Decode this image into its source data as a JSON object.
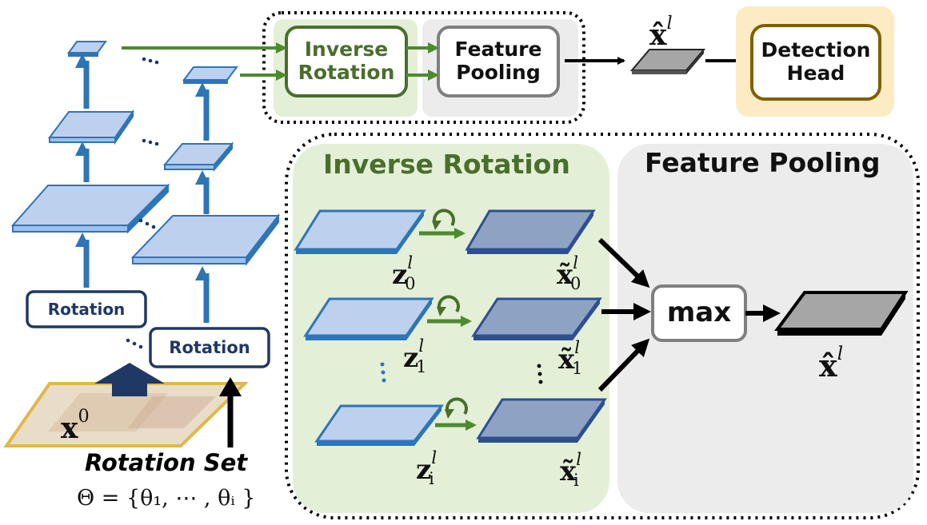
{
  "top_module": {
    "inverse_rotation_label": "Inverse Rotation",
    "feature_pooling_label": "Feature Pooling",
    "detection_head_label": "Detection Head",
    "pooled_feature_symbol": "x̂",
    "pooled_feature_sup": "l"
  },
  "backbone": {
    "rotation_label_1": "Rotation",
    "rotation_label_2": "Rotation",
    "input_symbol": "x",
    "input_sup": "0",
    "rotation_set_title": "Rotation Set",
    "rotation_set_formula": "Θ = {θ₁, ⋯ , θᵢ }"
  },
  "detail": {
    "inverse_rotation_title": "Inverse Rotation",
    "feature_pooling_title": "Feature Pooling",
    "max_label": "max",
    "rows": [
      {
        "z": "z",
        "z_sub": "0",
        "x": "x̃",
        "x_sub": "0",
        "sup": "l"
      },
      {
        "z": "z",
        "z_sub": "1",
        "x": "x̃",
        "x_sub": "1",
        "sup": "l"
      },
      {
        "z": "z",
        "z_sub": "i",
        "x": "x̃",
        "x_sub": "i",
        "sup": "l"
      }
    ],
    "output_symbol": "x̂",
    "output_sup": "l"
  },
  "colors": {
    "green_dark": "#4a6e2c",
    "green_bg": "#e4efd8",
    "gray_bg": "#ececec",
    "gray_border": "#7f7f7f",
    "navy": "#1f3864",
    "gold_bg": "#fdebc4",
    "gold_border": "#7f6000",
    "blue_light": "#bdd0ee",
    "blue_edge": "#2e75b6",
    "blue_dark": "#8ea3c4",
    "blue_dark_edge": "#2f4f8f"
  }
}
